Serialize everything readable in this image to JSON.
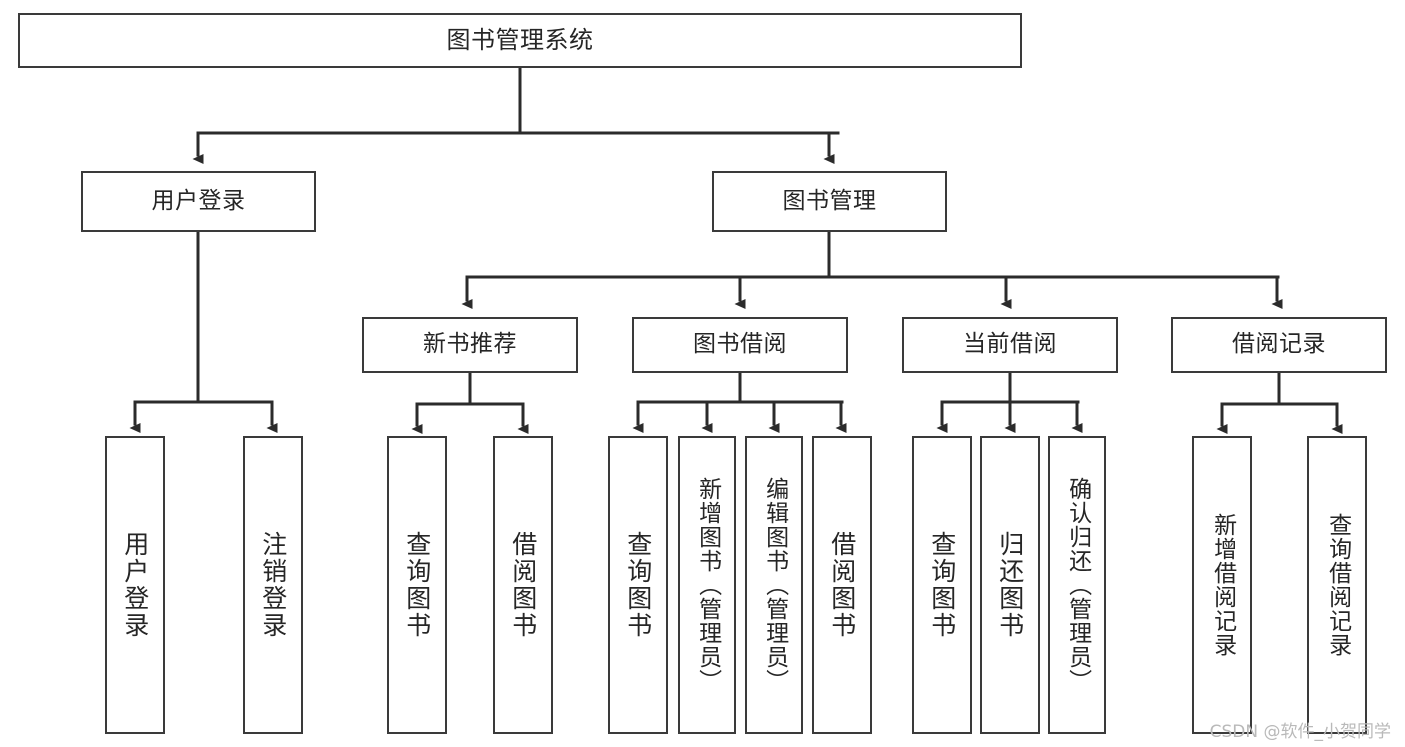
{
  "diagram": {
    "type": "tree-hierarchy-chart",
    "title": "图书管理系统",
    "watermark": "CSDN @软件_小贺同学",
    "colors": {
      "box_border": "#3a3a3a",
      "box_fill": "#ffffff",
      "connector": "#2b2b2b",
      "text": "#262626",
      "watermark": "#b9b9b9",
      "background": "#ffffff"
    },
    "levels": [
      {
        "level": 1,
        "nodes": [
          {
            "id": "root",
            "label": "图书管理系统",
            "orientation": "horizontal"
          }
        ]
      },
      {
        "level": 2,
        "nodes": [
          {
            "id": "user-login",
            "label": "用户登录",
            "orientation": "horizontal",
            "parent": "root"
          },
          {
            "id": "book-management",
            "label": "图书管理",
            "orientation": "horizontal",
            "parent": "root"
          }
        ]
      },
      {
        "level": 3,
        "nodes": [
          {
            "id": "new-book-recommend",
            "label": "新书推荐",
            "orientation": "horizontal",
            "parent": "book-management"
          },
          {
            "id": "book-borrow",
            "label": "图书借阅",
            "orientation": "horizontal",
            "parent": "book-management"
          },
          {
            "id": "current-borrow",
            "label": "当前借阅",
            "orientation": "horizontal",
            "parent": "book-management"
          },
          {
            "id": "borrow-record",
            "label": "借阅记录",
            "orientation": "horizontal",
            "parent": "book-management"
          }
        ]
      },
      {
        "level": 4,
        "nodes": [
          {
            "id": "leaf-user-login",
            "label": "用户登录",
            "orientation": "vertical",
            "parent": "user-login"
          },
          {
            "id": "leaf-logout",
            "label": "注销登录",
            "orientation": "vertical",
            "parent": "user-login"
          },
          {
            "id": "leaf-query-book-1",
            "label": "查询图书",
            "orientation": "vertical",
            "parent": "new-book-recommend"
          },
          {
            "id": "leaf-borrow-book-1",
            "label": "借阅图书",
            "orientation": "vertical",
            "parent": "new-book-recommend"
          },
          {
            "id": "leaf-query-book-2",
            "label": "查询图书",
            "orientation": "vertical",
            "parent": "book-borrow"
          },
          {
            "id": "leaf-add-book",
            "label": "新增图书（管理员）",
            "orientation": "vertical",
            "parent": "book-borrow"
          },
          {
            "id": "leaf-edit-book",
            "label": "编辑图书（管理员）",
            "orientation": "vertical",
            "parent": "book-borrow"
          },
          {
            "id": "leaf-borrow-book-2",
            "label": "借阅图书",
            "orientation": "vertical",
            "parent": "book-borrow"
          },
          {
            "id": "leaf-query-book-3",
            "label": "查询图书",
            "orientation": "vertical",
            "parent": "current-borrow"
          },
          {
            "id": "leaf-return-book",
            "label": "归还图书",
            "orientation": "vertical",
            "parent": "current-borrow"
          },
          {
            "id": "leaf-confirm-return",
            "label": "确认归还（管理员）",
            "orientation": "vertical",
            "parent": "current-borrow"
          },
          {
            "id": "leaf-add-record",
            "label": "新增借阅记录",
            "orientation": "vertical",
            "parent": "borrow-record"
          },
          {
            "id": "leaf-query-record",
            "label": "查询借阅记录",
            "orientation": "vertical",
            "parent": "borrow-record"
          }
        ]
      }
    ]
  }
}
